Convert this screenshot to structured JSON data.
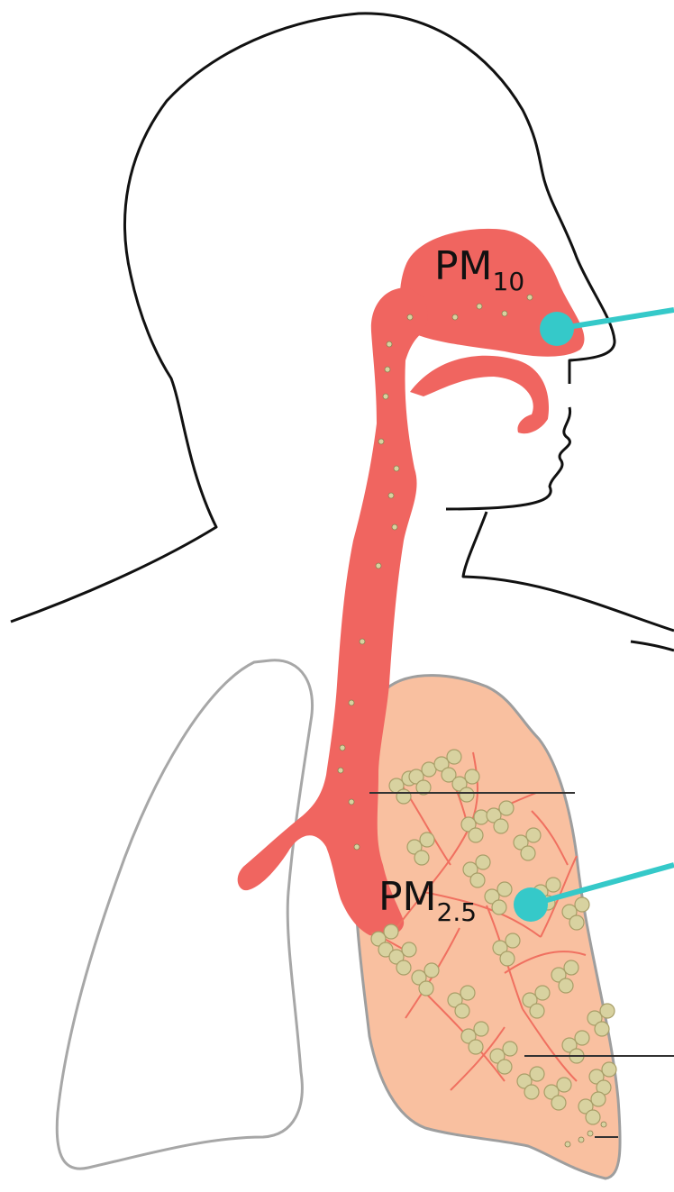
{
  "labels": {
    "pm10": {
      "main": "PM",
      "sub": "10"
    },
    "pm25": {
      "main": "PM",
      "sub": "2.5"
    }
  },
  "colors": {
    "airway": "#f06560",
    "lung_tissue": "#f9c0a0",
    "lung_outline": "#9e9e9e",
    "bronchiole": "#f07060",
    "particle": "#d8d2a0",
    "marker": "#35c9c9",
    "outline": "#111111"
  }
}
